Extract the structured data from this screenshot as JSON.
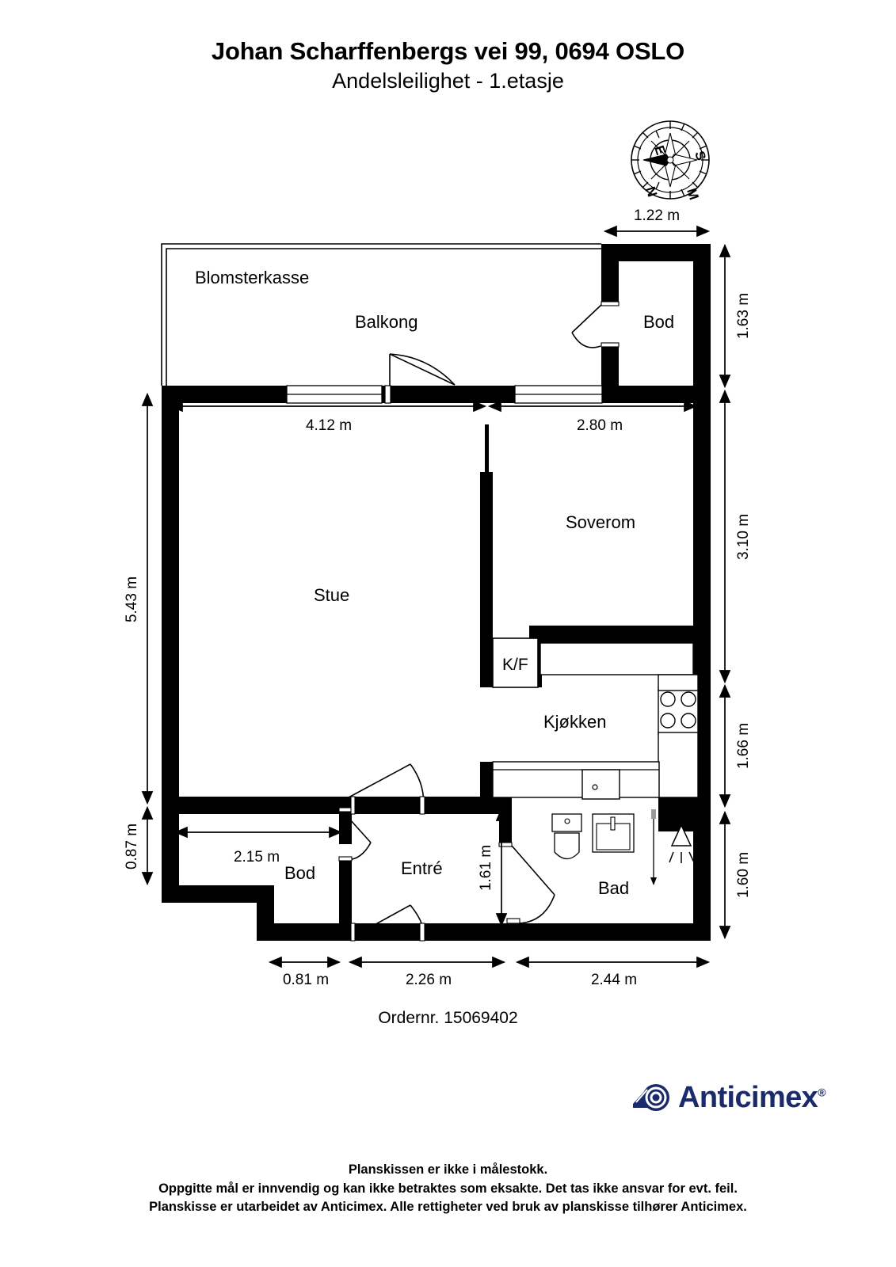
{
  "document": {
    "title_line1": "Johan Scharffenbergs vei 99, 0694 OSLO",
    "title_line2": "Andelsleilighet  - 1.etasje",
    "order_number": "Ordernr. 15069402"
  },
  "compass": {
    "name": "compass-rose",
    "letters": [
      "E",
      "S",
      "M",
      "N"
    ]
  },
  "rooms": [
    {
      "id": "blomsterkasse",
      "label": "Blomsterkasse"
    },
    {
      "id": "balkong",
      "label": "Balkong"
    },
    {
      "id": "bod-top",
      "label": "Bod"
    },
    {
      "id": "stue",
      "label": "Stue"
    },
    {
      "id": "soverom",
      "label": "Soverom"
    },
    {
      "id": "kf",
      "label": "K/F"
    },
    {
      "id": "kjokken",
      "label": "Kjøkken"
    },
    {
      "id": "bod-bottom",
      "label": "Bod"
    },
    {
      "id": "entre",
      "label": "Entré"
    },
    {
      "id": "bad",
      "label": "Bad"
    }
  ],
  "dimensions": {
    "top_bod_width": "1.22 m",
    "stue_width": "4.12 m",
    "soverom_width": "2.80 m",
    "right_bod": "1.63 m",
    "right_soverom": "3.10 m",
    "right_kjokken": "1.66 m",
    "right_bad": "1.60 m",
    "left_main": "5.43 m",
    "left_lower": "0.87 m",
    "bod_inner_width": "2.15 m",
    "entre_height": "1.61 m",
    "bottom_bod": "0.81 m",
    "bottom_entre": "2.26 m",
    "bottom_bad": "2.44 m"
  },
  "fixtures": [
    {
      "id": "stove",
      "name": "stove-4-burner"
    },
    {
      "id": "kitchen-sink",
      "name": "kitchen-sink"
    },
    {
      "id": "toilet",
      "name": "toilet"
    },
    {
      "id": "bath-sink",
      "name": "bathroom-sink"
    },
    {
      "id": "shower",
      "name": "shower-head"
    }
  ],
  "logo": {
    "name": "Anticimex",
    "registered": "®",
    "color": "#1b2a6b"
  },
  "footer": {
    "line1": "Planskissen er ikke i målestokk.",
    "line2": "Oppgitte mål er innvendig og kan ikke betraktes som eksakte. Det tas ikke ansvar for evt. feil.",
    "line3": "Planskisse er utarbeidet av Anticimex. Alle rettigheter ved bruk av planskisse tilhører Anticimex."
  }
}
